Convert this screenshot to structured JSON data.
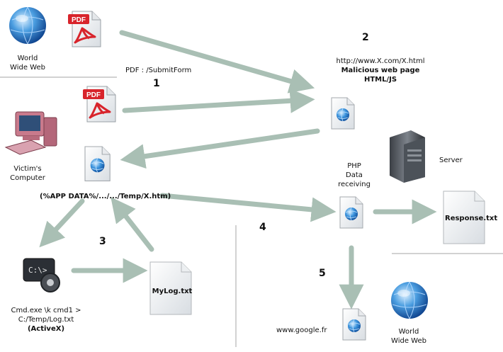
{
  "labels": {
    "www_top": "World Wide Web",
    "pdf_submit": "PDF : /SubmitForm",
    "url": "http://www.X.com/X.html",
    "malicious": "Malicious web page",
    "htmljs": "HTML/JS",
    "victim": "Victim's Computer",
    "server": "Server",
    "php": "PHP",
    "data": "Data",
    "receiving": "receiving",
    "path": "(%APP DATA%/.../.../Temp/X.htm)",
    "cmd1": "Cmd.exe \\k cmd1 >",
    "cmd2": "C:/Temp/Log.txt",
    "activex": "(ActiveX)",
    "google": "www.google.fr",
    "www_bottom": "World Wide Web",
    "response": "Response.txt",
    "mylog": "MyLog.txt",
    "pdf_icon": "PDF"
  },
  "steps": [
    "1",
    "2",
    "3",
    "4",
    "5"
  ],
  "icons": [
    "globe-icon",
    "pdf-icon",
    "webpage-icon",
    "computer-icon",
    "server-icon",
    "text-file-icon",
    "cmd-icon"
  ],
  "colors": {
    "arrow": "#a9bfb4",
    "rule": "#c4c4c4",
    "pdf_red": "#d8242b"
  }
}
